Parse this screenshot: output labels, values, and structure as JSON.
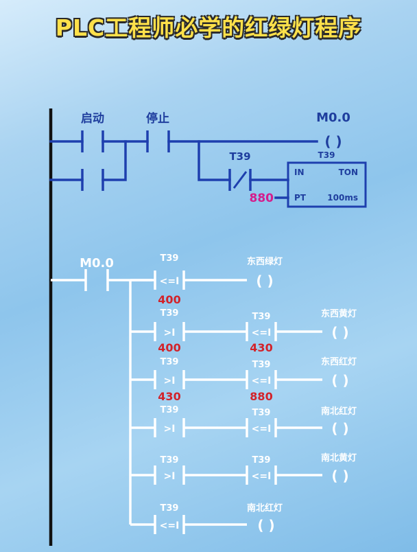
{
  "title": "PLC工程师必学的红绿灯程序",
  "rung1": {
    "start_label": "启动",
    "stop_label": "停止",
    "coil_label": "M0.0",
    "coil_symbol": "(    )",
    "contact_label": "T39",
    "timer": {
      "name": "T39",
      "in_label": "IN",
      "type_label": "TON",
      "pt_label": "PT",
      "resolution": "100ms",
      "preset": "880"
    }
  },
  "rung2": {
    "contact_label": "M0.0",
    "branches": [
      {
        "c1_label": "T39",
        "c1_op": "<=I",
        "c1_val": "400",
        "c2_label": "",
        "c2_op": "",
        "c2_val": "",
        "coil": "东西绿灯"
      },
      {
        "c1_label": "T39",
        "c1_op": ">I",
        "c1_val": "400",
        "c2_label": "T39",
        "c2_op": "<=I",
        "c2_val": "430",
        "coil": "东西黄灯"
      },
      {
        "c1_label": "T39",
        "c1_op": ">I",
        "c1_val": "430",
        "c2_label": "T39",
        "c2_op": "<=I",
        "c2_val": "880",
        "coil": "东西红灯"
      },
      {
        "c1_label": "T39",
        "c1_op": ">I",
        "c1_val": "",
        "c2_label": "T39",
        "c2_op": "<=I",
        "c2_val": "",
        "coil": "南北红灯"
      },
      {
        "c1_label": "T39",
        "c1_op": ">I",
        "c1_val": "",
        "c2_label": "T39",
        "c2_op": "<=I",
        "c2_val": "",
        "coil": "南北黄灯"
      },
      {
        "c1_label": "T39",
        "c1_op": "<=I",
        "c1_val": "",
        "c2_label": "",
        "c2_op": "",
        "c2_val": "",
        "coil": "南北红灯"
      }
    ]
  }
}
